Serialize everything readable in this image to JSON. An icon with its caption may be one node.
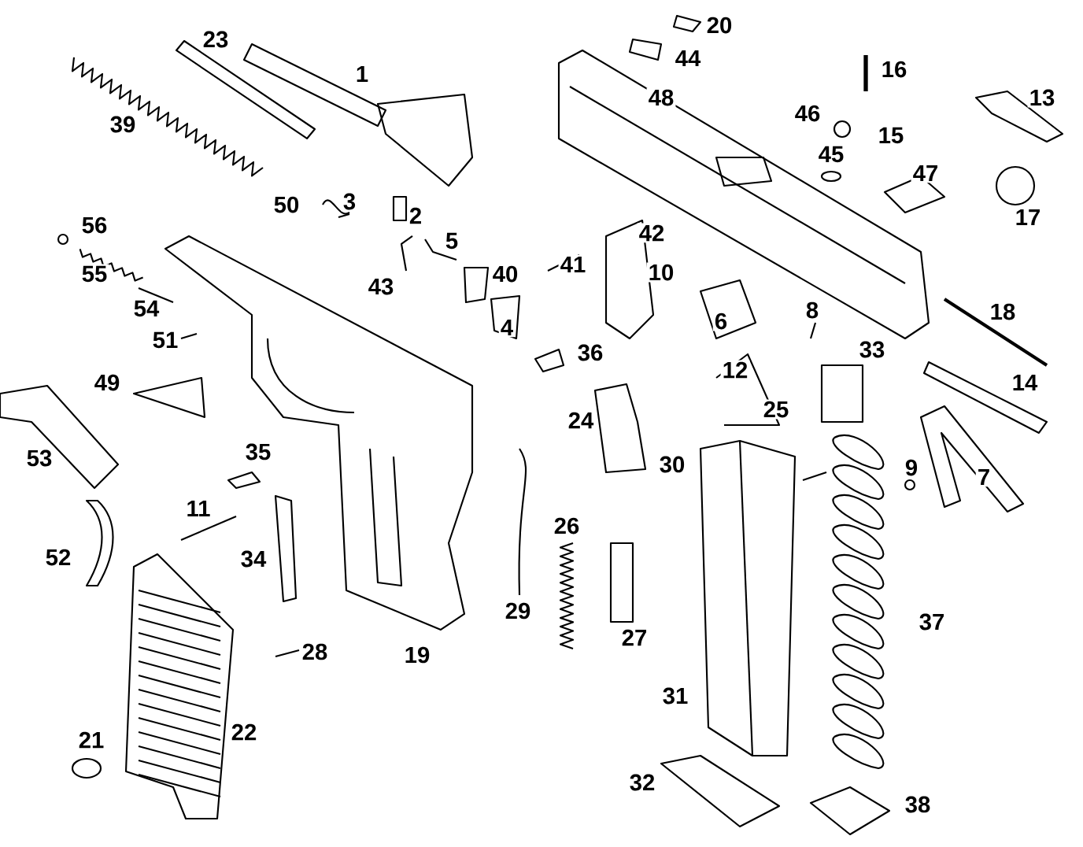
{
  "diagram": {
    "labels": [
      "20",
      "23",
      "1",
      "44",
      "16",
      "48",
      "13",
      "39",
      "46",
      "15",
      "45",
      "47",
      "50",
      "3",
      "2",
      "17",
      "56",
      "5",
      "42",
      "55",
      "43",
      "40",
      "41",
      "10",
      "54",
      "6",
      "8",
      "18",
      "4",
      "51",
      "36",
      "33",
      "12",
      "49",
      "14",
      "24",
      "25",
      "53",
      "35",
      "30",
      "9",
      "7",
      "11",
      "26",
      "52",
      "34",
      "29",
      "37",
      "27",
      "28",
      "19",
      "31",
      "21",
      "22",
      "32",
      "38"
    ]
  }
}
